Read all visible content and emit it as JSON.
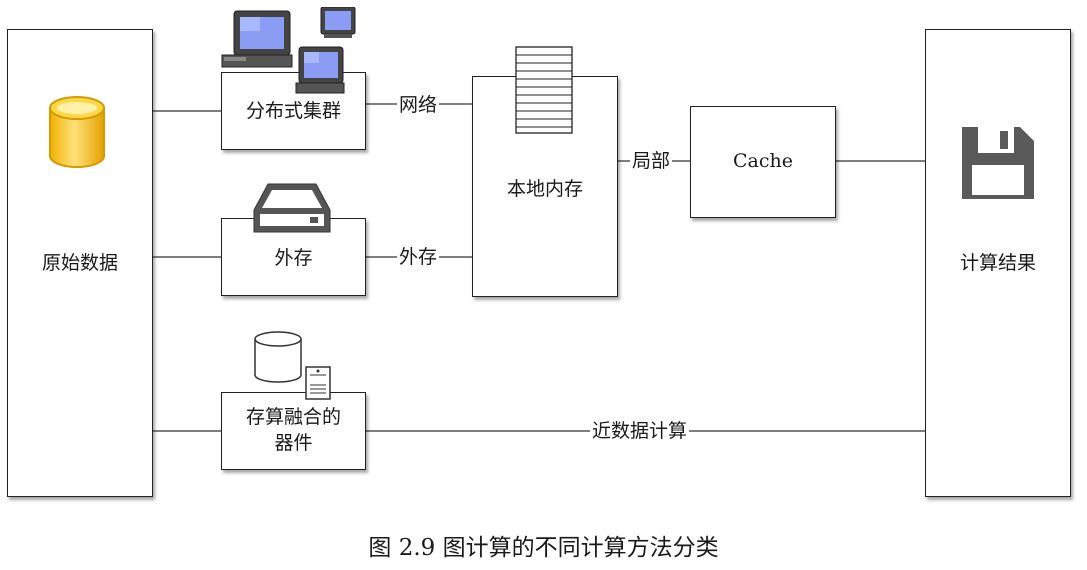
{
  "nodes": {
    "raw_data": "原始数据",
    "cluster": "分布式集群",
    "external_storage": "外存",
    "storage_compute_device": "存算融合的\n器件",
    "local_memory": "本地内存",
    "cache": "Cache",
    "result": "计算结果"
  },
  "edges": {
    "network": "网络",
    "external": "外存",
    "local": "局部",
    "near_data": "近数据计算"
  },
  "icons": {
    "raw_data": "database-cylinder-icon",
    "cluster": "computer-workstation-icon",
    "external_storage": "server-drive-icon",
    "storage_compute_device": "disk-and-tower-icon",
    "local_memory": "memory-stack-icon",
    "result": "floppy-save-icon"
  },
  "colors": {
    "database_fill": "#f5c518",
    "database_stroke": "#d49a00",
    "monitor_screen": "#7b8ef0",
    "icon_dark": "#555555"
  },
  "caption": "图  2.9  图计算的不同计算方法分类"
}
